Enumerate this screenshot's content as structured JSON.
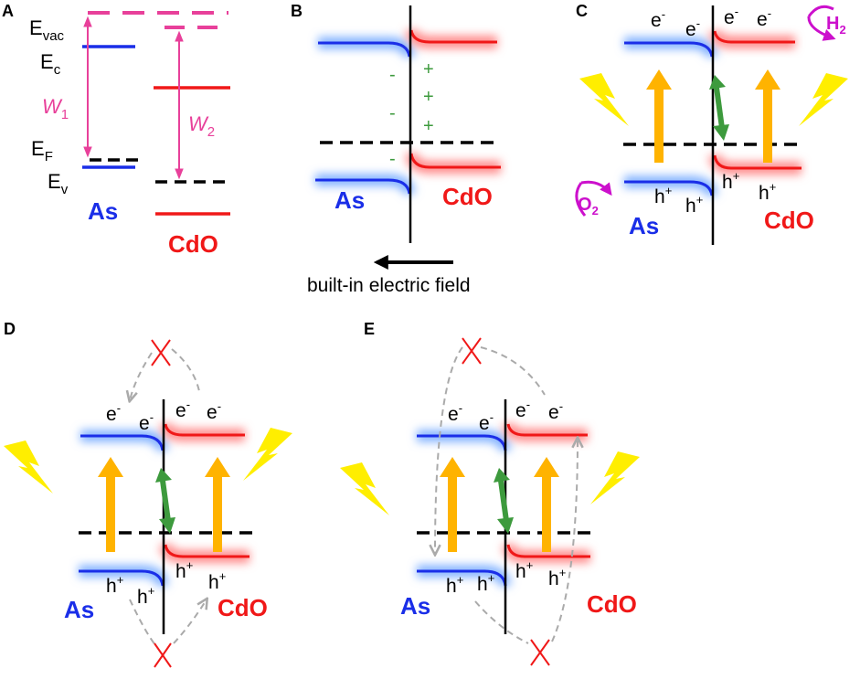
{
  "panels": {
    "a": {
      "letter": "A",
      "e_vac": {
        "main": "E",
        "sub": "vac"
      },
      "e_c": {
        "main": "E",
        "sub": "c"
      },
      "e_f": {
        "main": "E",
        "sub": "F"
      },
      "e_v": {
        "main": "E",
        "sub": "v"
      },
      "w1": {
        "main": "W",
        "sub": "1"
      },
      "w2": {
        "main": "W",
        "sub": "2"
      },
      "as_label": "As",
      "cdo_label": "CdO"
    },
    "b": {
      "letter": "B",
      "as_label": "As",
      "cdo_label": "CdO",
      "minus": "-",
      "plus": "+",
      "field_caption": "built-in electric field"
    },
    "c": {
      "letter": "C",
      "electron": {
        "main": "e",
        "sup": "-"
      },
      "hole": {
        "main": "h",
        "sup": "+"
      },
      "h2": {
        "main": "H",
        "sub": "2"
      },
      "o2": {
        "main": "O",
        "sub": "2"
      },
      "as_label": "As",
      "cdo_label": "CdO"
    },
    "d": {
      "letter": "D",
      "electron": {
        "main": "e",
        "sup": "-"
      },
      "hole": {
        "main": "h",
        "sup": "+"
      },
      "as_label": "As",
      "cdo_label": "CdO"
    },
    "e": {
      "letter": "E",
      "electron": {
        "main": "e",
        "sup": "-"
      },
      "hole": {
        "main": "h",
        "sup": "+"
      },
      "as_label": "As",
      "cdo_label": "CdO"
    }
  },
  "colors": {
    "as_band": "#1a2ee8",
    "as_glow": "#7fb0ff",
    "cdo_band": "#f01818",
    "cdo_glow": "#ff8a8a",
    "work_function": "#e8409a",
    "excitation_arrow": "#ffb300",
    "transfer_arrow": "#3d9a3d",
    "light": "#ffee00",
    "gas": "#cc10cc",
    "blocked_path": "#aaaaaa",
    "blocked_x": "#f01818"
  }
}
